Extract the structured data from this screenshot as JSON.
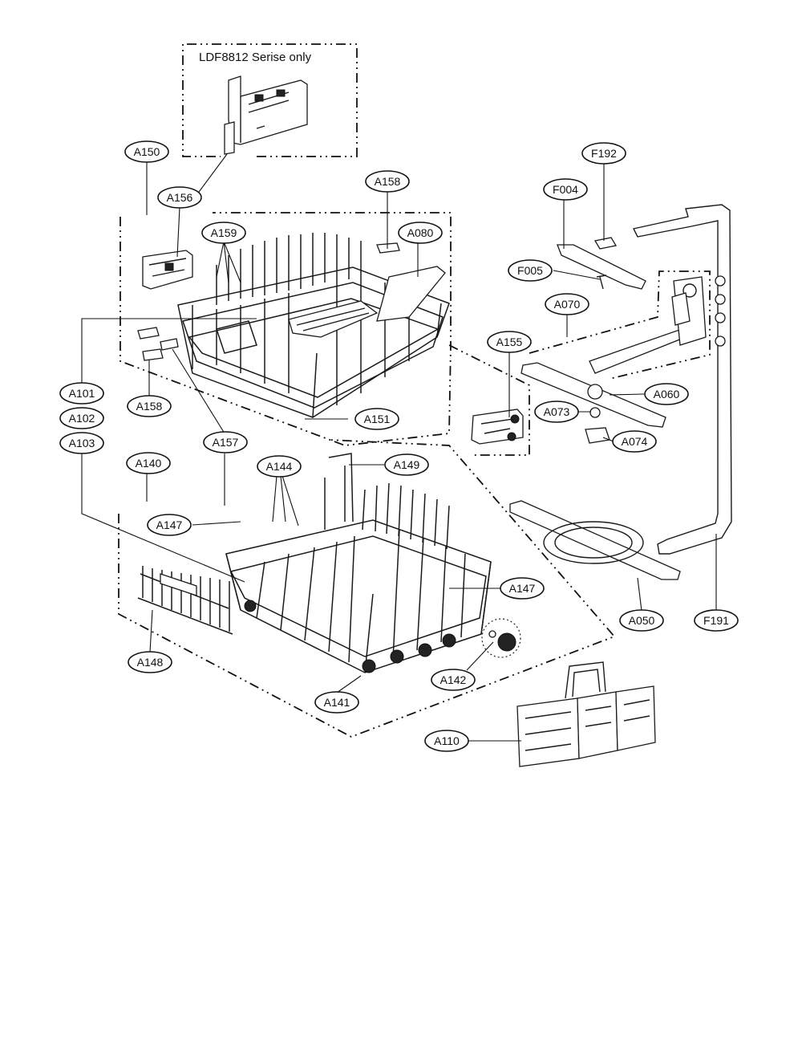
{
  "note": "LDF8812 Serise only",
  "labels": {
    "A150": "A150",
    "A156": "A156",
    "A158_top": "A158",
    "A080": "A080",
    "A159": "A159",
    "A101": "A101",
    "A102": "A102",
    "A103": "A103",
    "A158_left": "A158",
    "A157": "A157",
    "A151": "A151",
    "A140": "A140",
    "A144": "A144",
    "A149": "A149",
    "A147_left": "A147",
    "A147_right": "A147",
    "A148": "A148",
    "A141": "A141",
    "A142": "A142",
    "A110": "A110",
    "A155": "A155",
    "F192": "F192",
    "F004": "F004",
    "F005": "F005",
    "A070": "A070",
    "A060": "A060",
    "A073": "A073",
    "A074": "A074",
    "A050": "A050",
    "F191": "F191"
  }
}
